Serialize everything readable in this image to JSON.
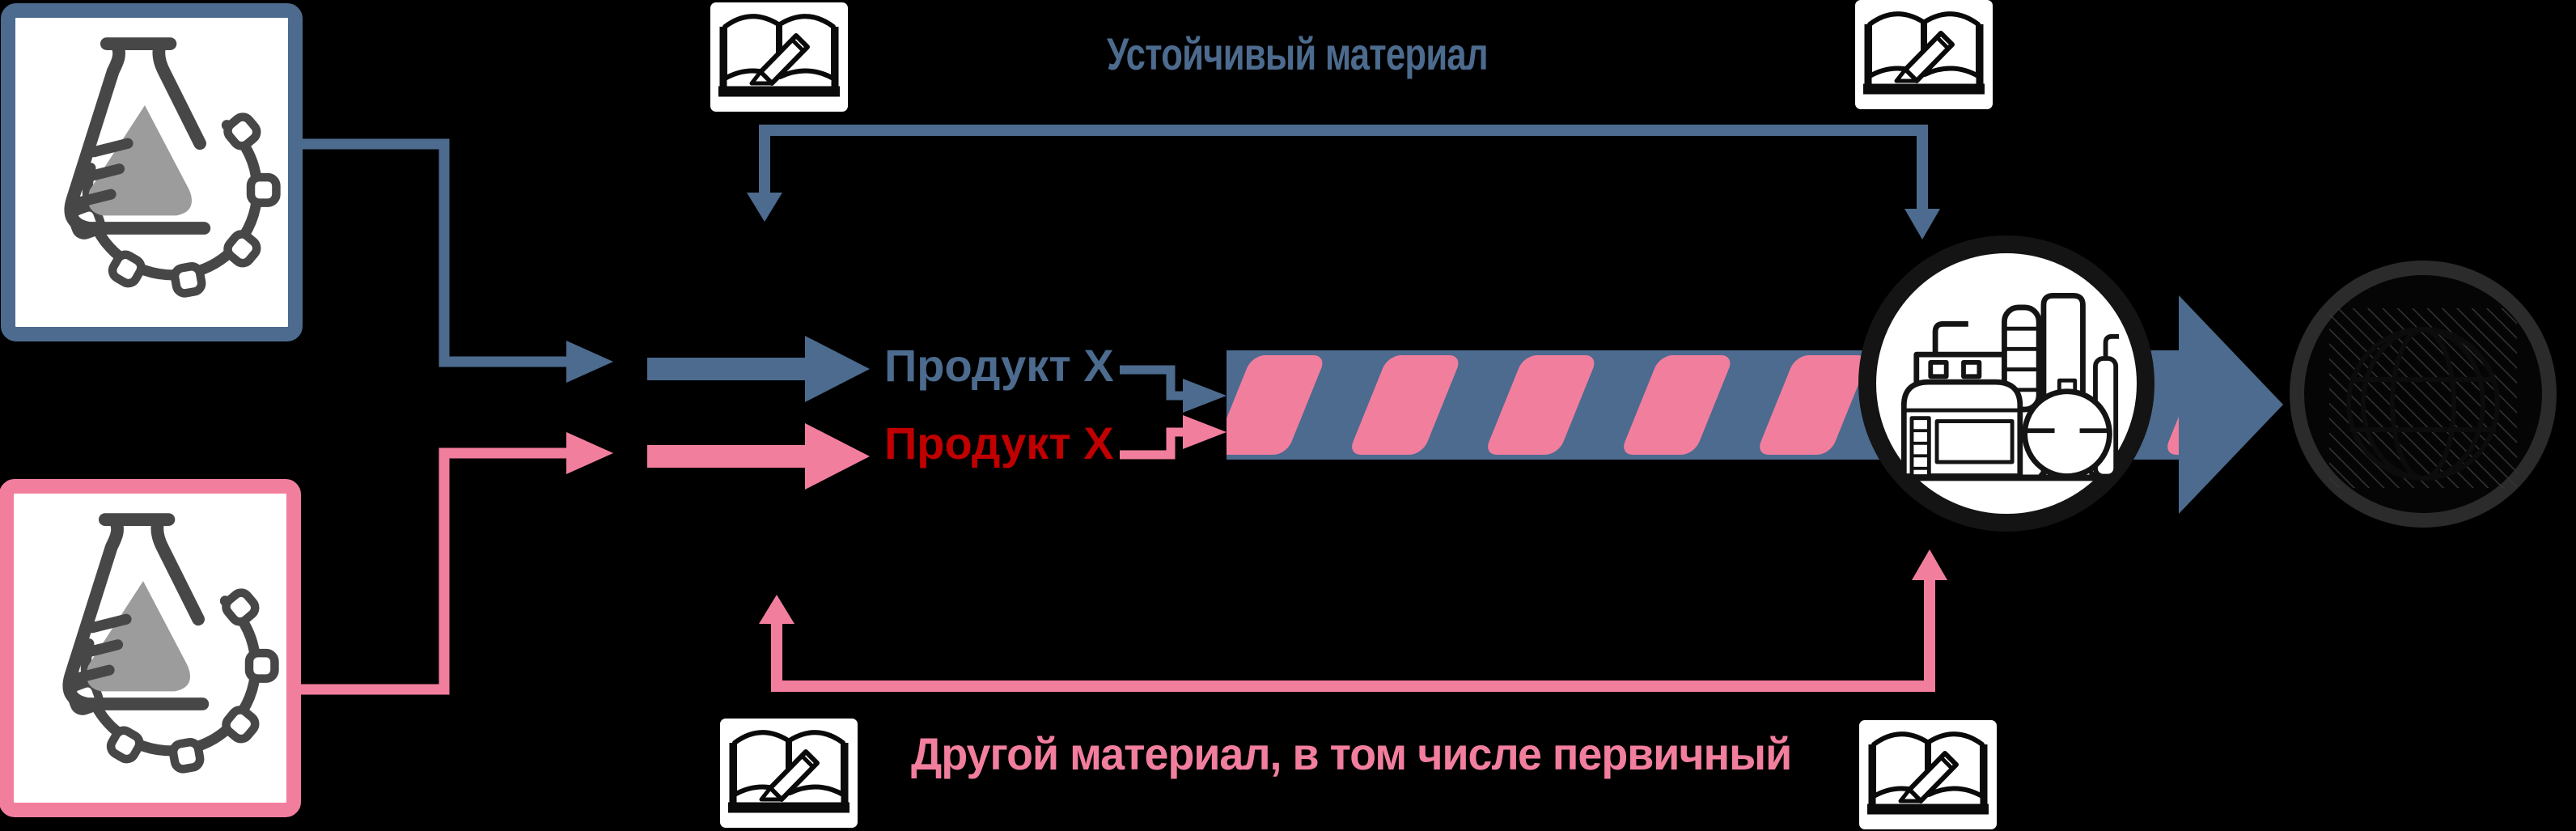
{
  "diagram": {
    "background": "#000000",
    "labels": {
      "top_flow": "Устойчивый материал",
      "product_top": "Продукт Х",
      "product_bottom": "Продукт Х",
      "bottom_flow": "Другой материал, в том числе первичный"
    },
    "colors": {
      "sustainable_blue": "#4c6b8e",
      "other_pink": "#f27e9e",
      "product_red": "#c00000",
      "icon_box_fill": "#ffffff",
      "flask_stroke": "#474747",
      "flask_liquid_gray": "#9c9c9c",
      "lineart_black": "#141414",
      "market_ring_dark": "#2b2b2b",
      "market_hatch_gray": "#343434"
    },
    "icons": {
      "producer_sustainable": "flask-gear-icon",
      "producer_other": "flask-gear-icon",
      "registry_top_left": "book-pencil-icon",
      "registry_top_right": "book-pencil-icon",
      "registry_bottom_left": "book-pencil-icon",
      "registry_bottom_right": "book-pencil-icon",
      "processing_plant": "factory-icon",
      "market": "globe-hatched-icon"
    }
  }
}
